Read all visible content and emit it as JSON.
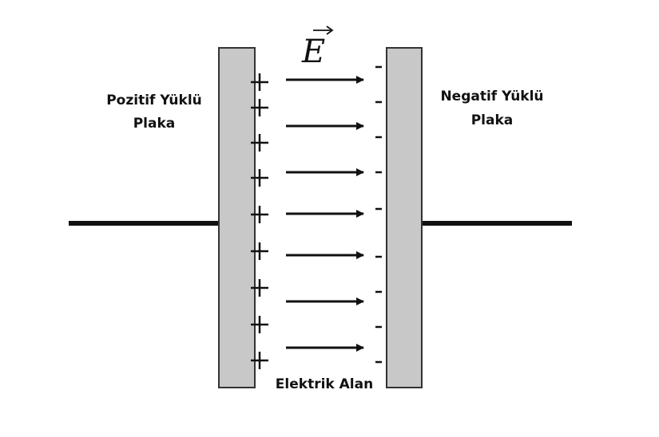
{
  "left_plate": {
    "label_line1": "Pozitif Yüklü",
    "label_line2": "Plaka"
  },
  "right_plate": {
    "label_line1": "Negatif Yüklü",
    "label_line2": "Plaka"
  },
  "field": {
    "symbol": "E",
    "label": "Elektrik Alan"
  },
  "charges": {
    "positive": "+",
    "negative": "-"
  },
  "colors": {
    "plate_fill": "#c8c8c8",
    "stroke": "#111111",
    "background": "#ffffff"
  }
}
